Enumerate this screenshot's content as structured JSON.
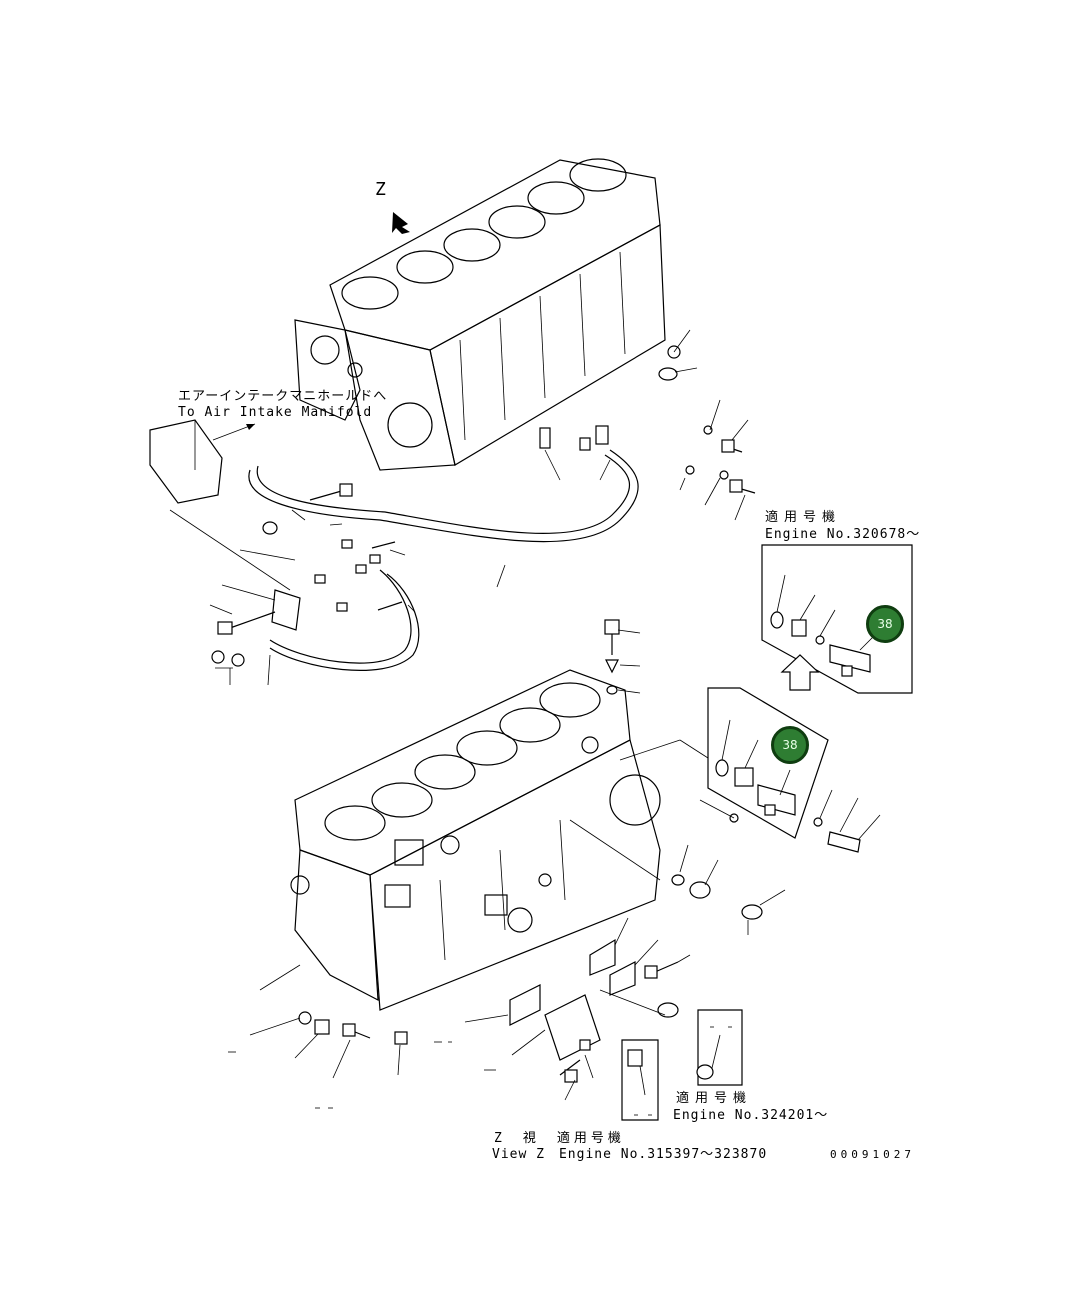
{
  "view_letter": "Z",
  "labels": {
    "air_intake_jp": "エアーインテークマニホールドへ",
    "air_intake_en": "To Air Intake Manifold",
    "applicable_jp_1": "適用号機",
    "engine_no_1": "Engine No.320678～",
    "applicable_jp_2": "適用号機",
    "engine_no_2": "Engine No.324201～",
    "view_z_jp": "Z　視　適用号機",
    "view_z_en": "View Z　Engine No.315397～323870",
    "drawing_number": "00091027"
  },
  "callouts": {
    "badge_upper": "38",
    "badge_lower": "38"
  },
  "colors": {
    "badge_fill": "#2e7d32",
    "badge_border": "#0f3d10",
    "line": "#000000",
    "background": "#ffffff"
  }
}
